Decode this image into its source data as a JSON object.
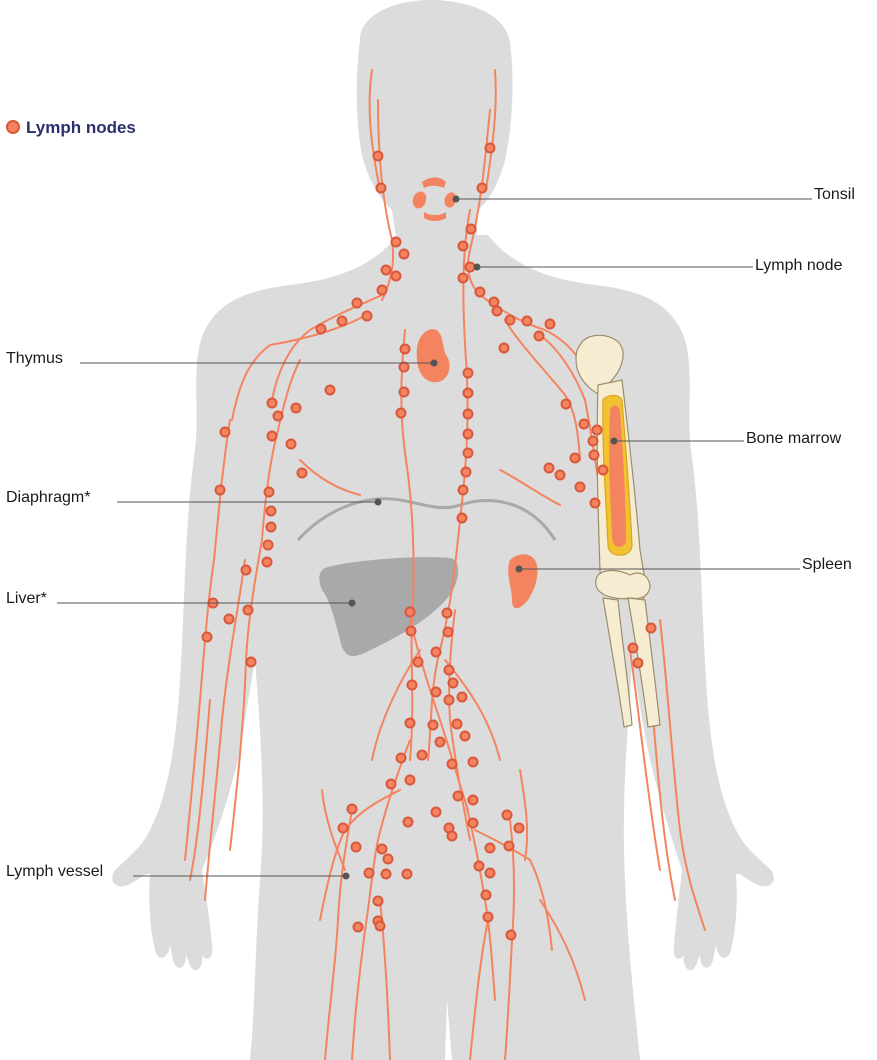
{
  "legend": {
    "label": "Lymph nodes",
    "color": "#f4845f"
  },
  "labels": {
    "tonsil": "Tonsil",
    "lymph_node": "Lymph node",
    "thymus": "Thymus",
    "bone_marrow": "Bone marrow",
    "diaphragm": "Diaphragm*",
    "spleen": "Spleen",
    "liver": "Liver*",
    "lymph_vessel": "Lymph vessel"
  },
  "colors": {
    "body": "#dcdcdd",
    "organ": "#f4845f",
    "liver": "#a9a9ab",
    "bone": "#f6ecd2",
    "marrow": "#f2c230",
    "legend_text": "#2b2f6e"
  }
}
